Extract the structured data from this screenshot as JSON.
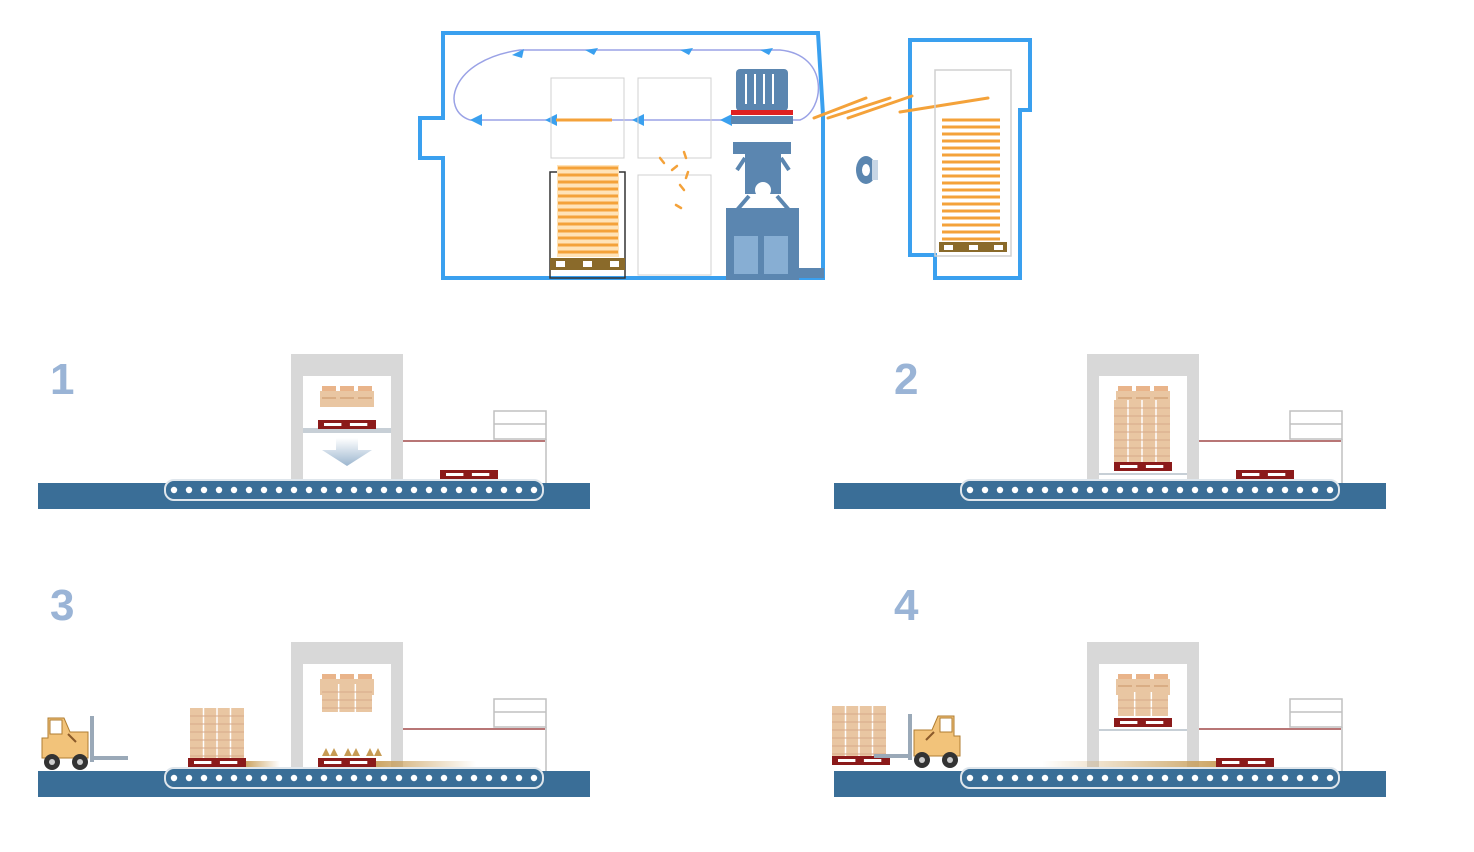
{
  "steps": [
    {
      "number": "1"
    },
    {
      "number": "2"
    },
    {
      "number": "3"
    },
    {
      "number": "4"
    }
  ],
  "colors": {
    "building_outline": "#3aa0ef",
    "conveyor_belt": "#3a6e97",
    "conveyor_roller": "#ffffff",
    "chamber_gray": "#d8d8d8",
    "pallet_red": "#8b1a1a",
    "box_orange": "#f4b55a",
    "box_tan": "#e9c6a2",
    "fan_blue": "#5b86b0",
    "step_number": "#9ab4d6",
    "airflow": "#9aa2e6",
    "forklift_body": "#f2c37a"
  }
}
